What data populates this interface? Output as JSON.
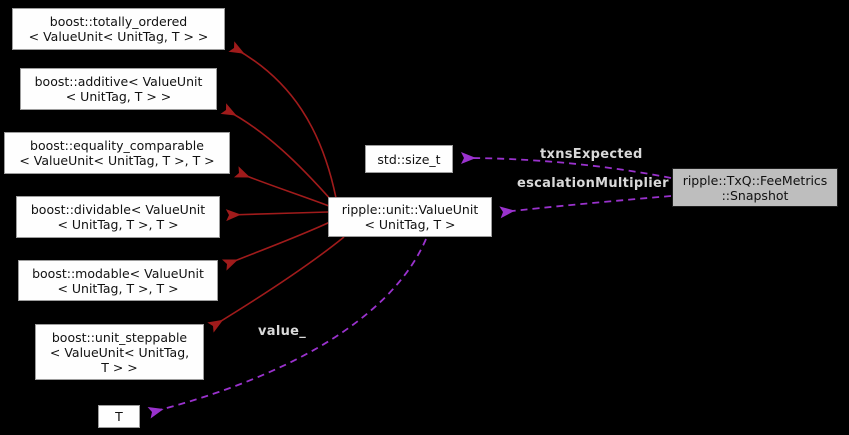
{
  "diagram": {
    "type": "collaboration-diagram",
    "background": "#000000",
    "colors": {
      "node_fill": "#fefefe",
      "node_border": "#9d9d9d",
      "selected_node_fill": "#bebebe",
      "inheritance_edge": "#a01b1b",
      "usage_edge": "#9a32cd",
      "edge_label_text": "#d9d9d9",
      "node_text": "#111111"
    },
    "nodes": {
      "totally_ordered": {
        "lines": [
          "boost::totally_ordered",
          "< ValueUnit< UnitTag, T > >"
        ]
      },
      "additive": {
        "lines": [
          "boost::additive< ValueUnit",
          "< UnitTag, T > >"
        ]
      },
      "equality_comparable": {
        "lines": [
          "boost::equality_comparable",
          "< ValueUnit< UnitTag, T >, T >"
        ]
      },
      "dividable": {
        "lines": [
          "boost::dividable< ValueUnit",
          "< UnitTag, T >, T >"
        ]
      },
      "modable": {
        "lines": [
          "boost::modable< ValueUnit",
          "< UnitTag, T >, T >"
        ]
      },
      "unit_steppable": {
        "lines": [
          "boost::unit_steppable",
          "< ValueUnit< UnitTag,",
          "T > >"
        ]
      },
      "t": {
        "lines": [
          "T"
        ]
      },
      "size_t": {
        "lines": [
          "std::size_t"
        ]
      },
      "value_unit": {
        "lines": [
          "ripple::unit::ValueUnit",
          "< UnitTag, T >"
        ]
      },
      "snapshot": {
        "lines": [
          "ripple::TxQ::FeeMetrics",
          "::Snapshot"
        ]
      }
    },
    "edge_labels": {
      "txns_expected": "txnsExpected",
      "escalation_multiplier": "escalationMultiplier",
      "value": "value_"
    }
  }
}
